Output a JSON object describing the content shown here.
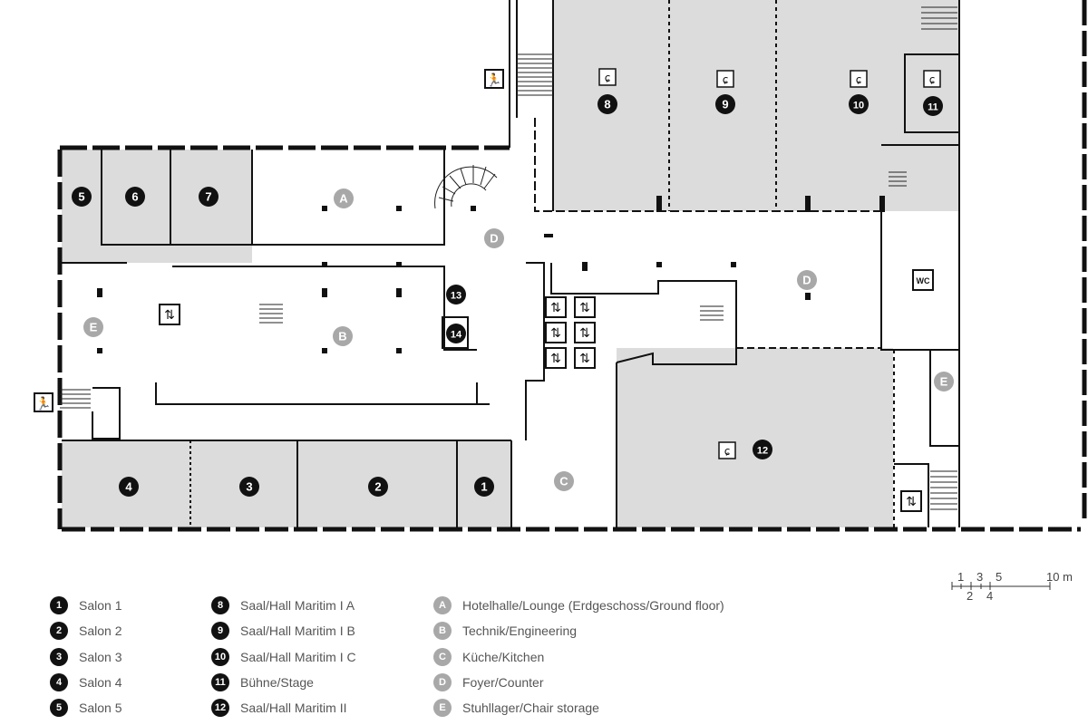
{
  "rooms": [
    {
      "id": "1",
      "kind": "dark"
    },
    {
      "id": "2",
      "kind": "dark"
    },
    {
      "id": "3",
      "kind": "dark"
    },
    {
      "id": "4",
      "kind": "dark"
    },
    {
      "id": "5",
      "kind": "dark"
    },
    {
      "id": "6",
      "kind": "dark"
    },
    {
      "id": "7",
      "kind": "dark"
    },
    {
      "id": "8",
      "kind": "dark"
    },
    {
      "id": "9",
      "kind": "dark"
    },
    {
      "id": "10",
      "kind": "dark"
    },
    {
      "id": "11",
      "kind": "dark"
    },
    {
      "id": "12",
      "kind": "dark"
    },
    {
      "id": "13",
      "kind": "dark"
    },
    {
      "id": "14",
      "kind": "dark"
    },
    {
      "id": "A",
      "kind": "light"
    },
    {
      "id": "B",
      "kind": "light"
    },
    {
      "id": "C",
      "kind": "light"
    },
    {
      "id": "D",
      "kind": "light"
    },
    {
      "id": "D",
      "kind": "light"
    },
    {
      "id": "E",
      "kind": "light"
    },
    {
      "id": "E",
      "kind": "light"
    }
  ],
  "wc_label": "WC",
  "legend_col1": [
    {
      "badge": "1",
      "label": "Salon 1"
    },
    {
      "badge": "2",
      "label": "Salon 2"
    },
    {
      "badge": "3",
      "label": "Salon 3"
    },
    {
      "badge": "4",
      "label": "Salon 4"
    },
    {
      "badge": "5",
      "label": "Salon 5"
    }
  ],
  "legend_col2": [
    {
      "badge": "8",
      "label": "Saal/Hall Maritim I A"
    },
    {
      "badge": "9",
      "label": "Saal/Hall Maritim I B"
    },
    {
      "badge": "10",
      "label": "Saal/Hall Maritim I C"
    },
    {
      "badge": "11",
      "label": "Bühne/Stage"
    },
    {
      "badge": "12",
      "label": "Saal/Hall Maritim II"
    }
  ],
  "legend_col3": [
    {
      "badge": "A",
      "label": "Hotelhalle/Lounge (Erdgeschoss/Ground floor)"
    },
    {
      "badge": "B",
      "label": "Technik/Engineering"
    },
    {
      "badge": "C",
      "label": "Küche/Kitchen"
    },
    {
      "badge": "D",
      "label": "Foyer/Counter"
    },
    {
      "badge": "E",
      "label": "Stuhllager/Chair storage"
    }
  ],
  "scale": {
    "top_labels": [
      "1",
      "3",
      "5",
      "10 m"
    ],
    "bottom_labels": [
      "2",
      "4"
    ]
  }
}
